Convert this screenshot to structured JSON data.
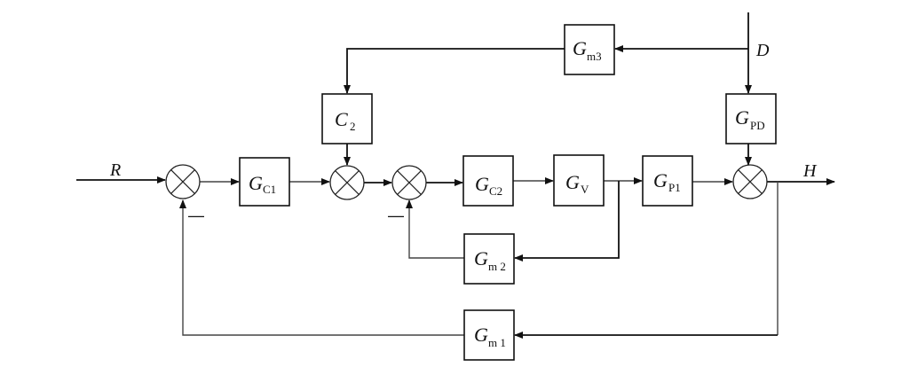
{
  "diagram": {
    "title": "Feedforward-feedback cascade control block diagram",
    "signals": {
      "input": "R",
      "disturbance": "D",
      "output": "H"
    },
    "blocks": [
      {
        "id": "gc1",
        "main": "G",
        "sub": "C1"
      },
      {
        "id": "c2",
        "main": "C",
        "sub": "2"
      },
      {
        "id": "gc2",
        "main": "G",
        "sub": "C2"
      },
      {
        "id": "gv",
        "main": "G",
        "sub": "V"
      },
      {
        "id": "gp1",
        "main": "G",
        "sub": "P1"
      },
      {
        "id": "gpd",
        "main": "G",
        "sub": "PD"
      },
      {
        "id": "gm3",
        "main": "G",
        "sub": "m3"
      },
      {
        "id": "gm2",
        "main": "G",
        "sub": "m 2"
      },
      {
        "id": "gm1",
        "main": "G",
        "sub": "m 1"
      }
    ],
    "summing_junctions": [
      {
        "id": "s1",
        "sign_label": "—"
      },
      {
        "id": "s2",
        "sign_label": ""
      },
      {
        "id": "s3",
        "sign_label": "—"
      },
      {
        "id": "s4",
        "sign_label": ""
      }
    ]
  }
}
